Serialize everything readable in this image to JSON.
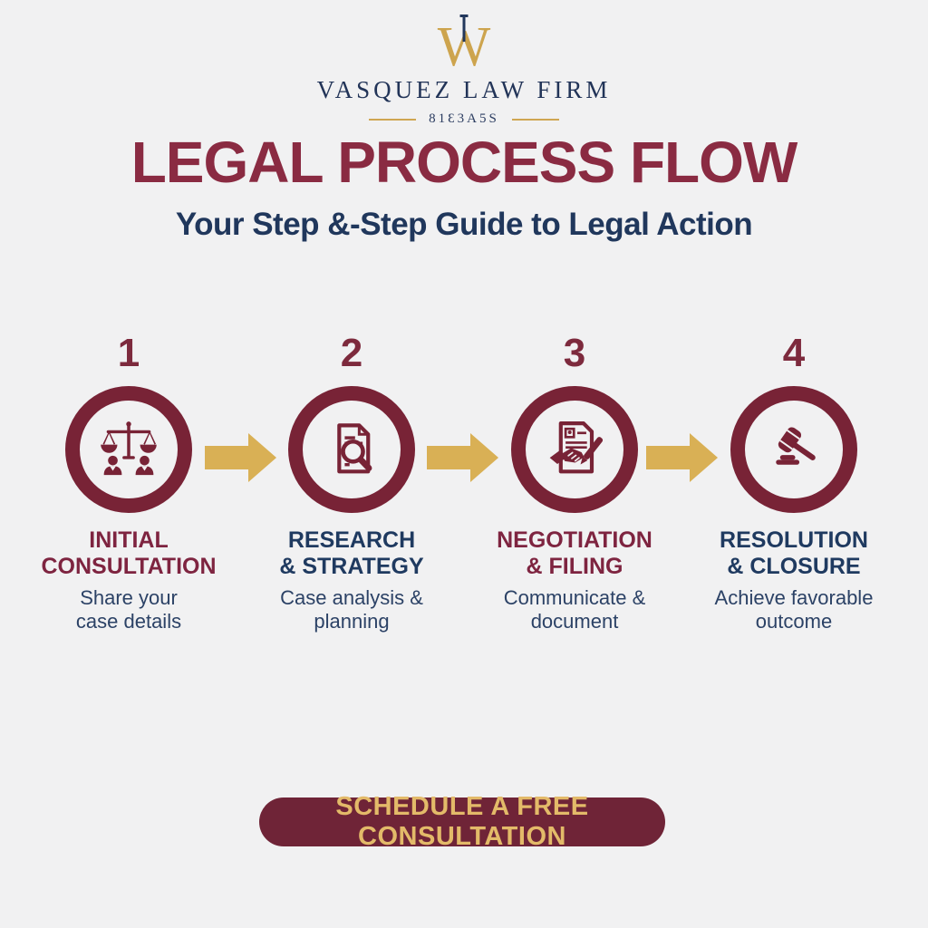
{
  "brand": {
    "monogram": "W",
    "name": "VASQUEZ LAW FIRM",
    "tagline": "81Ɛ3A5S"
  },
  "header": {
    "title": "LEGAL PROCESS FLOW",
    "subtitle": "Your Step &-Step Guide to Legal Action"
  },
  "steps": [
    {
      "number": "1",
      "icon": "scales-of-justice-people-icon",
      "title": "INITIAL\nCONSULTATION",
      "title_color": "maroon",
      "description": "Share your\ncase details"
    },
    {
      "number": "2",
      "icon": "document-magnifier-icon",
      "title": "RESEARCH\n& STRATEGY",
      "title_color": "navy",
      "description": "Case analysis &\nplanning"
    },
    {
      "number": "3",
      "icon": "contract-handshake-pen-icon",
      "title": "NEGOTIATION\n& FILING",
      "title_color": "maroon",
      "description": "Communicate &\ndocument"
    },
    {
      "number": "4",
      "icon": "gavel-icon",
      "title": "RESOLUTION\n& CLOSURE",
      "title_color": "navy",
      "description": "Achieve favorable\noutcome"
    }
  ],
  "cta": {
    "label": "SCHEDULE A FREE CONSULTATION"
  },
  "colors": {
    "background": "#f1f1f2",
    "maroon": "#782336",
    "maroon_title": "#8a2b42",
    "navy": "#20375c",
    "gold": "#d9b055",
    "logo_gold": "#cda44e",
    "button_background": "#6f2437",
    "button_text": "#e3ba69"
  }
}
